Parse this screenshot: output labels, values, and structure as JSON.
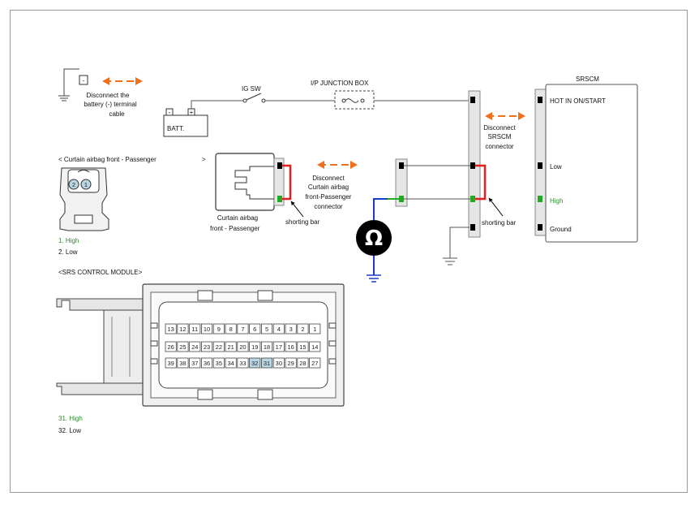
{
  "labels": {
    "disconnect_battery": [
      "Disconnect the",
      "battery (-) terminal",
      "cable"
    ],
    "batt": "BATT.",
    "batt_minus": "-",
    "batt_plus": "+",
    "ground_minus": "-",
    "ig_sw": "IG SW",
    "ip_junction_box": "I/P JUNCTION BOX",
    "srscm": "SRSCM",
    "srscm_pins": {
      "hot": "HOT IN ON/START",
      "low": "Low",
      "high": "High",
      "ground": "Ground"
    },
    "disconnect_srscm": [
      "Disconnect",
      "SRSCM",
      "connector"
    ],
    "disconnect_curtain": [
      "Disconnect",
      "Curtain airbag",
      "front-Passenger",
      "connector"
    ],
    "curtain_connector_caption": [
      "Curtain airbag",
      "front -      Passenger"
    ],
    "shorting_bar_left": "shorting bar",
    "shorting_bar_right": "shorting bar",
    "ohm_symbol": "Ω",
    "curtain_header_left": "< Curtain airbag front - Passenger",
    "curtain_header_right": ">",
    "curtain_pin_legend": [
      {
        "text": "1. High",
        "color": "#2e8b2e"
      },
      {
        "text": "2. Low",
        "color": "#111111"
      }
    ],
    "curtain_pin_1": "1",
    "curtain_pin_2": "2",
    "srs_module_header": "<SRS CONTROL MODULE>",
    "srs_pin_legend": [
      {
        "text": "31.     High",
        "color": "#2e8b2e"
      },
      {
        "text": "32.     Low",
        "color": "#111111"
      }
    ]
  },
  "connector_pins": {
    "row1": [
      "13",
      "12",
      "11",
      "10",
      "9",
      "8",
      "7",
      "6",
      "5",
      "4",
      "3",
      "2",
      "1"
    ],
    "row2": [
      "26",
      "25",
      "24",
      "23",
      "22",
      "21",
      "20",
      "19",
      "18",
      "17",
      "16",
      "15",
      "14"
    ],
    "row3": [
      "39",
      "38",
      "37",
      "36",
      "35",
      "34",
      "33",
      "32",
      "31",
      "30",
      "29",
      "28",
      "27"
    ],
    "highlighted": [
      "32",
      "31"
    ]
  },
  "colors": {
    "arrow": "#f07020",
    "shorting_bar": "#e02020",
    "meter_lead_blue": "#1a3ccc",
    "meter_lead_green": "#22aa22",
    "meter_body": "#000000",
    "high_text": "#2e8b2e",
    "highlight_pin": "#b9d6e2"
  },
  "icons": {
    "ohmmeter": "ohmmeter-icon",
    "ground": "ground-icon",
    "fuse": "fuse-icon",
    "switch": "ig-switch-icon"
  }
}
